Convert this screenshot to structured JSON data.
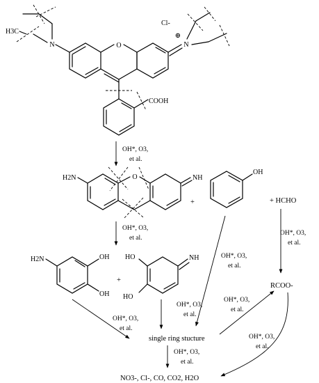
{
  "molecules": {
    "rhodamine": {
      "left_nitrogen": "N",
      "left_ethyl_label": "H3C",
      "right_nitrogen": "N",
      "plus_charge": "⊕",
      "ring_oxygen": "O",
      "chloride": "Cl-",
      "acid_group": "COOH"
    },
    "intermediate": {
      "amine": "H2N",
      "ring_oxygen": "O",
      "imine": "NH"
    },
    "phenol": {
      "hydroxyl": "OH"
    },
    "aminocatechol": {
      "amine": "H2N",
      "hydroxyl_top": "OH",
      "hydroxyl_bottom": "OH"
    },
    "dihydroxy_imine": {
      "hydroxyl_top": "HO",
      "hydroxyl_bottom": "HO",
      "imine": "NH"
    }
  },
  "labels": {
    "plus_1": "+",
    "formaldehyde": "+ HCHO",
    "plus_2": "+",
    "carboxylate": "RCOO-",
    "single_ring": "single ring stucture",
    "final_products": "NO3-, Cl-, CO, CO2, H2O"
  },
  "conditions": {
    "line1": "OH*, O3,",
    "line2": "et al."
  }
}
